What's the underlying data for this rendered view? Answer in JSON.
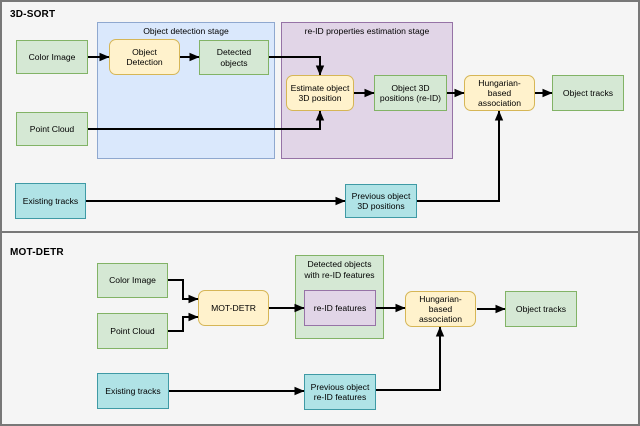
{
  "figure": {
    "background": "#f5f5f5",
    "frame_color": "#787878",
    "arrow_color": "#000000"
  },
  "palette": {
    "green_fill": "#d5e8d4",
    "green_stroke": "#82b366",
    "yellow_fill": "#fff2cc",
    "yellow_stroke": "#d6b656",
    "blue_fill": "#dae8fc",
    "blue_stroke": "#8fa8cf",
    "purple_fill": "#e1d5e7",
    "purple_stroke": "#9673a6",
    "teal_fill": "#b0e3e6",
    "teal_stroke": "#3f9aa5"
  },
  "sections": [
    {
      "label": "3D-SORT",
      "containers": [
        {
          "title": "Object detection stage"
        },
        {
          "title": "re-ID properties estimation stage"
        }
      ],
      "nodes": {
        "color_image": "Color Image",
        "object_detection": "Object\nDetection",
        "detected_objects": "Detected\nobjects",
        "point_cloud": "Point Cloud",
        "estimate_position": "Estimate object\n3D position",
        "object_3d_positions": "Object 3D\npositions (re-ID)",
        "hungarian": "Hungarian-\nbased\nassociation",
        "object_tracks": "Object tracks",
        "existing_tracks": "Existing tracks",
        "previous_positions": "Previous object\n3D positions"
      }
    },
    {
      "label": "MOT-DETR",
      "containers": [
        {
          "title": "Detected objects\nwith re-ID features"
        }
      ],
      "nodes": {
        "color_image": "Color Image",
        "point_cloud": "Point Cloud",
        "mot_detr": "MOT-DETR",
        "reid_features": "re-ID features",
        "hungarian": "Hungarian-\nbased\nassociation",
        "object_tracks": "Object tracks",
        "existing_tracks": "Existing tracks",
        "previous_reid": "Previous object\nre-ID features"
      }
    }
  ]
}
